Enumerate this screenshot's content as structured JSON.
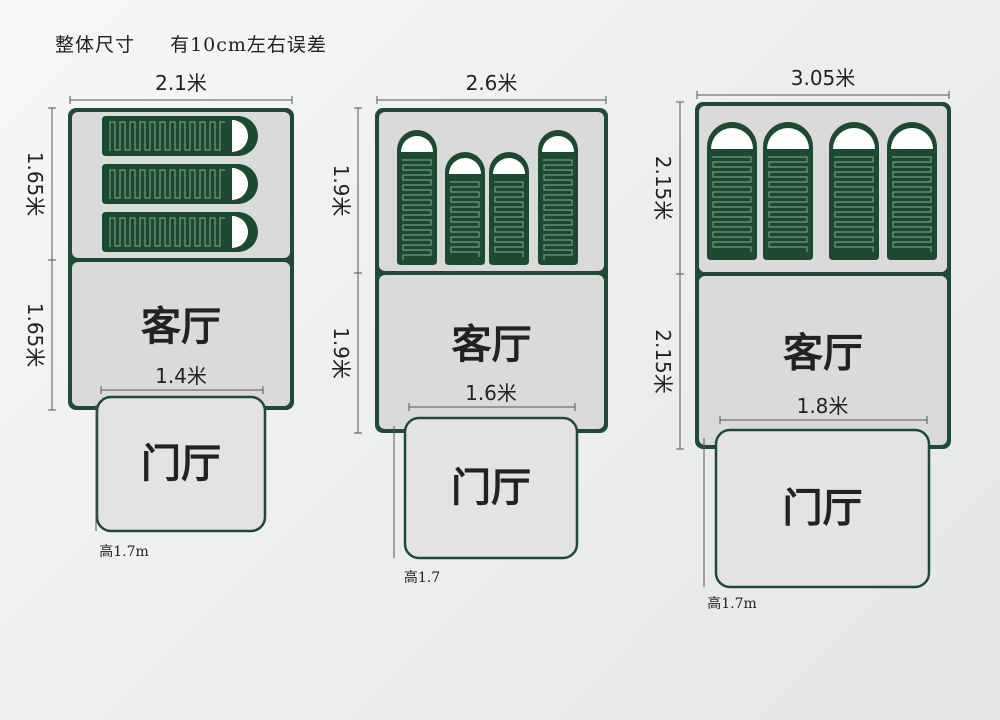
{
  "header": {
    "title": "整体尺寸",
    "note": "有10cm左右误差"
  },
  "colors": {
    "frame": "#1f4a35",
    "room_fill": "#dadada",
    "bag_fill": "#1c4a31",
    "bag_line": "#6f9a80",
    "dim_line": "#555555",
    "text": "#222222"
  },
  "icons": [
    "sleeping-bag-icon"
  ],
  "tents": [
    {
      "id": "small",
      "bedroom_layout": "horizontal",
      "sleeping_bags": 3,
      "width_label": "2.1米",
      "bedroom_depth_label": "1.65米",
      "living_depth_label": "1.65米",
      "living_room_label": "客厅",
      "vestibule_label": "门厅",
      "vestibule_width_label": "1.4米",
      "height_label": "高1.7m"
    },
    {
      "id": "medium",
      "bedroom_layout": "vertical",
      "sleeping_bags": 4,
      "width_label": "2.6米",
      "bedroom_depth_label": "1.9米",
      "living_depth_label": "1.9米",
      "living_room_label": "客厅",
      "vestibule_label": "门厅",
      "vestibule_width_label": "1.6米",
      "height_label": "高1.7"
    },
    {
      "id": "large",
      "bedroom_layout": "vertical-split",
      "sleeping_bags": 4,
      "width_label": "3.05米",
      "bedroom_depth_label": "2.15米",
      "living_depth_label": "2.15米",
      "living_room_label": "客厅",
      "vestibule_label": "门厅",
      "vestibule_width_label": "1.8米",
      "height_label": "高1.7m"
    }
  ]
}
